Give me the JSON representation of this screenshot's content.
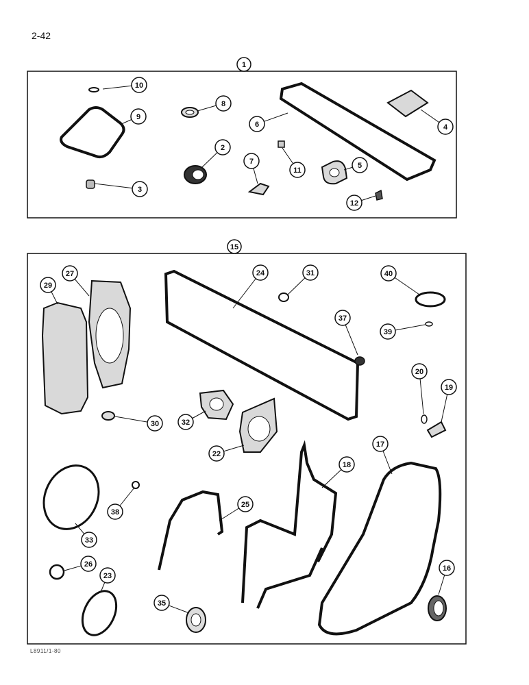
{
  "page": {
    "number": "2-42",
    "figure_code": "L8911/1-80"
  },
  "panels": [
    {
      "id": "top",
      "callout": "1"
    },
    {
      "id": "bottom",
      "callout": "15"
    }
  ],
  "callouts": [
    {
      "n": "10"
    },
    {
      "n": "8"
    },
    {
      "n": "9"
    },
    {
      "n": "6"
    },
    {
      "n": "4"
    },
    {
      "n": "2"
    },
    {
      "n": "7"
    },
    {
      "n": "11"
    },
    {
      "n": "5"
    },
    {
      "n": "3"
    },
    {
      "n": "12"
    },
    {
      "n": "29"
    },
    {
      "n": "27"
    },
    {
      "n": "24"
    },
    {
      "n": "31"
    },
    {
      "n": "40"
    },
    {
      "n": "37"
    },
    {
      "n": "39"
    },
    {
      "n": "20"
    },
    {
      "n": "19"
    },
    {
      "n": "30"
    },
    {
      "n": "32"
    },
    {
      "n": "22"
    },
    {
      "n": "18"
    },
    {
      "n": "17"
    },
    {
      "n": "25"
    },
    {
      "n": "38"
    },
    {
      "n": "33"
    },
    {
      "n": "26"
    },
    {
      "n": "23"
    },
    {
      "n": "35"
    },
    {
      "n": "16"
    }
  ]
}
